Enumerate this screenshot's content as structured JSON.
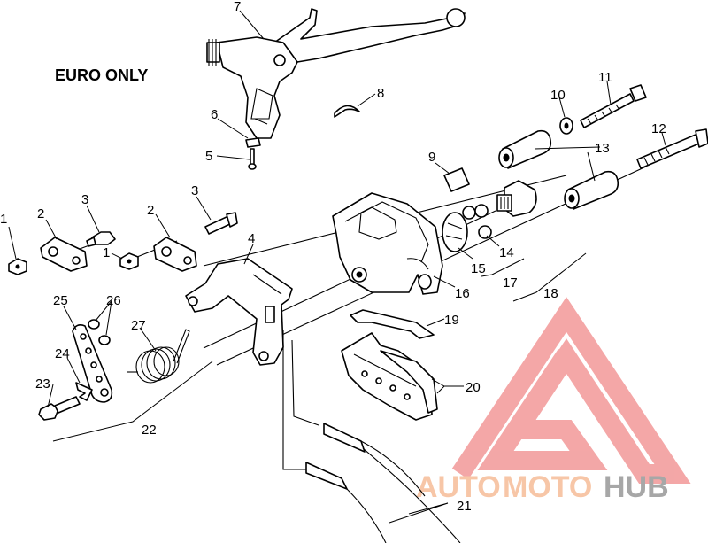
{
  "diagram": {
    "heading": "EURO ONLY",
    "callouts": [
      "1",
      "1",
      "2",
      "2",
      "3",
      "3",
      "4",
      "5",
      "6",
      "7",
      "8",
      "9",
      "10",
      "11",
      "12",
      "13",
      "14",
      "15",
      "16",
      "17",
      "18",
      "19",
      "20",
      "21",
      "22",
      "23",
      "24",
      "25",
      "26",
      "27"
    ],
    "watermark": {
      "word_a": "AUTO",
      "word_b": "MOTO",
      "word_c": "HUB",
      "color_a": "#f5b48a",
      "color_b": "#f5b48a",
      "color_c": "#8a8a8a",
      "triangle_color": "#f08a8a"
    }
  }
}
